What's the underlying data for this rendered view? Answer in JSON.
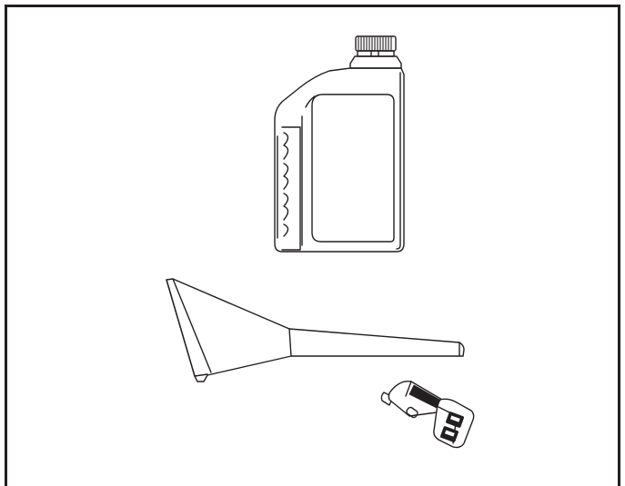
{
  "figure": {
    "items": [
      {
        "id": "oil-bottle",
        "icon": "oil-bottle-icon"
      },
      {
        "id": "funnel",
        "icon": "funnel-icon"
      },
      {
        "id": "car-usb-charger",
        "icon": "car-charger-icon"
      }
    ],
    "colors": {
      "line": "#231f20",
      "background": "#ffffff",
      "frame": "#231f20"
    }
  }
}
